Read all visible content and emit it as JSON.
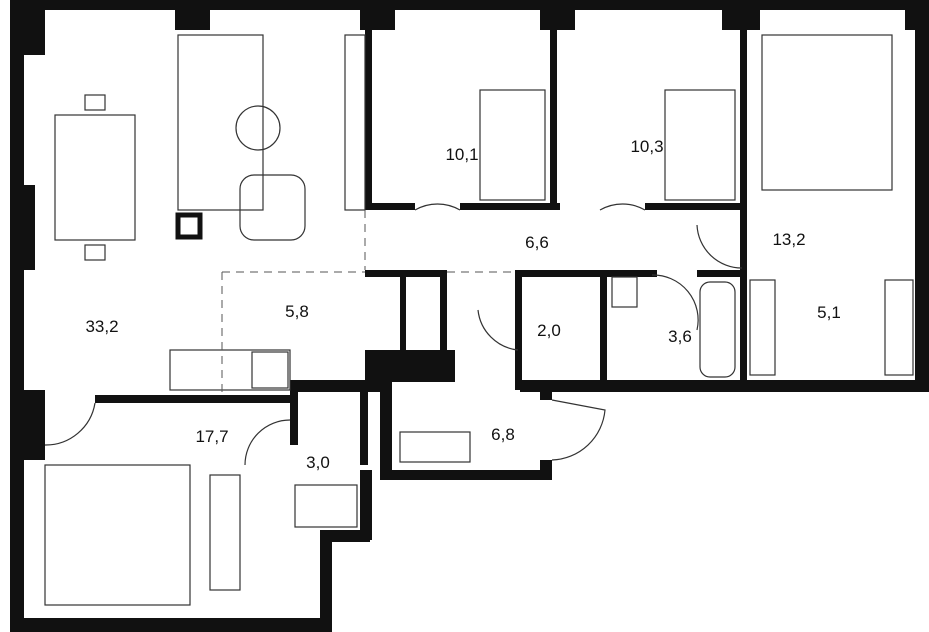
{
  "colors": {
    "wall": "#111111",
    "line": "#333333",
    "background": "#ffffff"
  },
  "rooms": [
    {
      "id": "living-kitchen",
      "area": "33,2"
    },
    {
      "id": "kitchen-zone",
      "area": "5,8"
    },
    {
      "id": "bedroom-1",
      "area": "10,1"
    },
    {
      "id": "bedroom-2",
      "area": "10,3"
    },
    {
      "id": "hall",
      "area": "6,6"
    },
    {
      "id": "master-bedroom",
      "area": "13,2"
    },
    {
      "id": "wc-1",
      "area": "2,0"
    },
    {
      "id": "bathroom-1",
      "area": "3,6"
    },
    {
      "id": "wardrobe",
      "area": "5,1"
    },
    {
      "id": "bedroom-3",
      "area": "17,7"
    },
    {
      "id": "bathroom-2",
      "area": "3,0"
    },
    {
      "id": "entrance-hall",
      "area": "6,8"
    }
  ]
}
